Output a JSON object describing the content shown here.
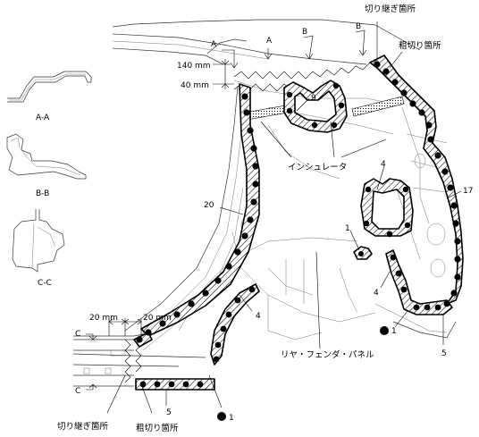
{
  "labels": {
    "joint_top": "切り継ぎ箇所",
    "rough_cut_top": "粗切り箇所",
    "insulator": "インシュレータ",
    "rear_fender_panel": "リヤ・フェンダ・パネル",
    "joint_bottom": "切り継ぎ箇所",
    "rough_cut_bottom": "粗切り箇所",
    "dim_140": "140 mm",
    "dim_40": "40 mm",
    "dim_20_left": "20 mm",
    "dim_20_right": "20 mm",
    "section_aa": "A-A",
    "section_bb": "B-B",
    "section_cc": "C-C",
    "mark_a1": "A",
    "mark_a2": "A",
    "mark_b1": "B",
    "mark_b2": "B",
    "mark_c1": "C",
    "mark_c2": "C",
    "num_9": "9",
    "num_4_upper": "4",
    "num_17": "17",
    "num_20": "20",
    "num_1_mid": "1",
    "num_4_mid": "4",
    "num_4_lower": "4",
    "num_1_right": "1",
    "num_5_right": "5",
    "num_5_bottom": "5",
    "num_1_bottom": "1"
  }
}
